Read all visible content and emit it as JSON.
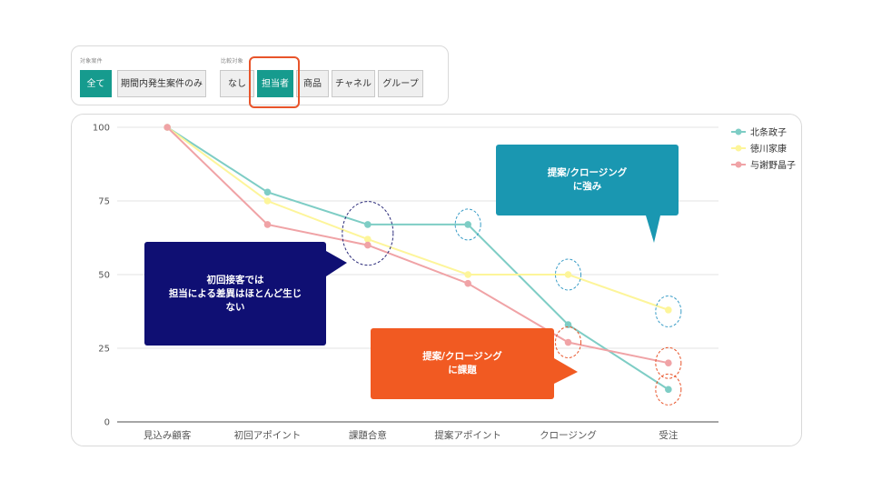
{
  "filters": {
    "target_label": "対象案件",
    "target_buttons": [
      "全て",
      "期間内発生案件のみ"
    ],
    "compare_label": "比較対象",
    "compare_buttons": [
      "なし",
      "担当者",
      "商品",
      "チャネル",
      "グループ"
    ],
    "active_target": "全て",
    "active_compare": "担当者"
  },
  "chart_data": {
    "type": "line",
    "categories": [
      "見込み顧客",
      "初回アポイント",
      "課題合意",
      "提案アポイント",
      "クロージング",
      "受注"
    ],
    "ylim": [
      0,
      100
    ],
    "yticks": [
      0,
      25,
      50,
      75,
      100
    ],
    "xlabel": "",
    "ylabel": "",
    "legend_position": "top-right",
    "grid": true,
    "series": [
      {
        "name": "北条政子",
        "color": "#7ecdc5",
        "values": [
          100,
          78,
          67,
          67,
          33,
          11
        ]
      },
      {
        "name": "徳川家康",
        "color": "#fdf59a",
        "values": [
          100,
          75,
          62,
          50,
          50,
          38
        ]
      },
      {
        "name": "与謝野晶子",
        "color": "#f0a3a6",
        "values": [
          100,
          67,
          60,
          47,
          27,
          20
        ]
      }
    ]
  },
  "callouts": {
    "strength": {
      "text": "提案/クロージング\nに強み",
      "color": "#1a97b1"
    },
    "initial": {
      "text": "初回接客では\n担当による差異はほとんど生じ\nない",
      "color": "#0f0f73"
    },
    "issue": {
      "text": "提案/クロージング\nに課題",
      "color": "#f15a22"
    }
  }
}
